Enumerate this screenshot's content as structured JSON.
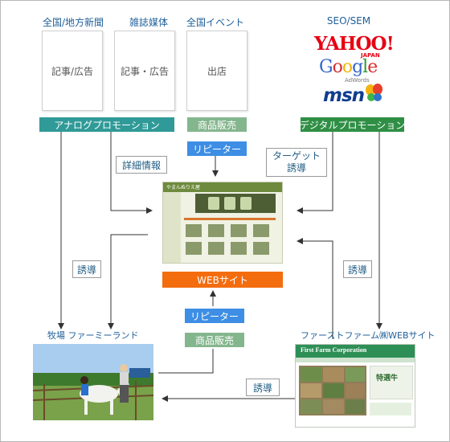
{
  "media": {
    "national_local_paper": {
      "label": "全国/地方新聞",
      "content": "記事/広告"
    },
    "magazine": {
      "label": "雑誌媒体",
      "content": "記事・広告"
    },
    "event": {
      "label": "全国イベント",
      "content": "出店"
    },
    "seo": {
      "label": "SEO/SEM"
    }
  },
  "logos": {
    "yahoo": {
      "text": "YAHOO!",
      "sub": "JAPAN"
    },
    "google": {
      "letters": [
        "G",
        "o",
        "o",
        "g",
        "l",
        "e"
      ],
      "sub": "AdWords"
    },
    "msn": {
      "text": "msn"
    }
  },
  "bars": {
    "analog": "アナログプロモーション",
    "digital": "デジタルプロモーション",
    "sales_top": "商品販売",
    "repeater_top": "リピーター",
    "web": "WEBサイト",
    "repeater_bottom": "リピーター",
    "sales_bottom": "商品販売"
  },
  "tags": {
    "detail": "詳細情報",
    "target_line1": "ターゲット",
    "target_line2": "誘導",
    "guide_left": "誘導",
    "guide_right": "誘導",
    "guide_bottom": "誘導"
  },
  "captions": {
    "farm": "牧場 ファーミーランド",
    "firstfarm_site": "ファーストファーム㈱WEBサイト"
  },
  "screens": {
    "site_header": "やまんぬりえ屋",
    "firstfarm_banner": "First Farm Corporation",
    "firstfarm_product": "特選牛"
  },
  "colors": {
    "analog": "#2f9a98",
    "digital": "#2f8f45",
    "sales": "#84b68e",
    "repeater": "#3d8ee4",
    "web": "#f36d0f"
  }
}
